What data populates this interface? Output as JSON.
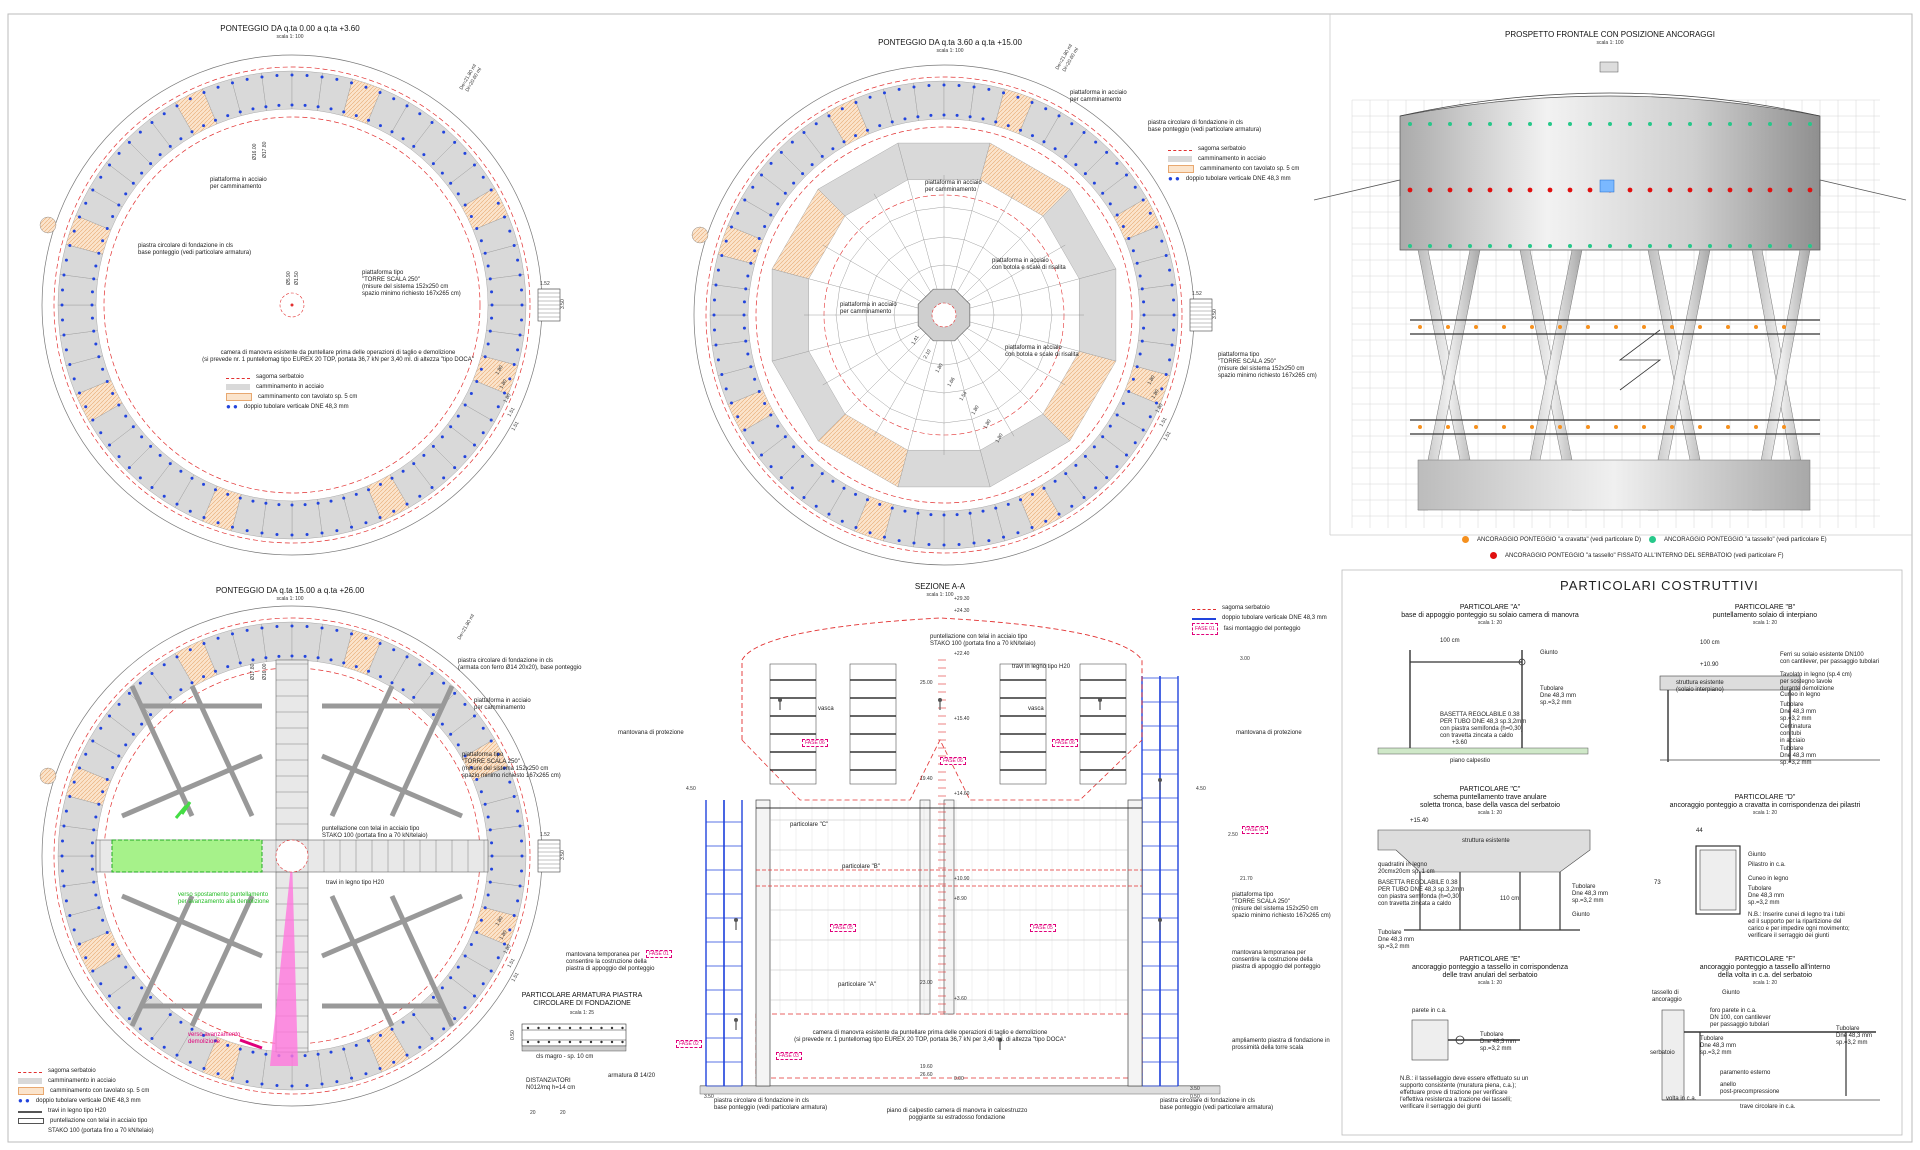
{
  "plans": {
    "plan1": {
      "title": "PONTEGGIO DA q.ta 0.00 a q.ta +3.60",
      "scale": "scala 1: 100",
      "labels": {
        "platform": "piattaforma in acciaio\nper camminamento",
        "plinth": "piastra circolare di fondazione in cls\nbase ponteggio (vedi particolare armatura)",
        "tower": "piattaforma tipo\n\"TORRE SCALA 250\"\n(misure del sistema 152x250 cm\nspazio minimo richiesto 167x265 cm)",
        "chamber": "camera di manovra esistente da puntellare prima delle operazioni di taglio e demolizione\n(si prevede nr. 1 puntellomag tipo EUREX 20 TOP, portata 36,7 kN per 3,40 ml. di altezza \"tipo DOCA\""
      },
      "legend": [
        "sagoma serbatoio",
        "camminamento in acciaio",
        "camminamento con tavolato sp. 5 cm",
        "doppio tubolare verticale DNE 48,3 mm"
      ]
    },
    "plan2": {
      "title": "PONTEGGIO DA q.ta 3.60 a q.ta +15.00",
      "scale": "scala 1: 100",
      "labels": {
        "platform": "piattaforma in acciaio\nper camminamento",
        "plinth": "piastra circolare di fondazione in cls\nbase ponteggio (vedi particolare armatura)",
        "platform2": "piattaforma in acciaio\nper camminamento",
        "stairs": "piattaforma in acciaio\ncon botola e scale di risalita",
        "platform3": "piattaforma in acciaio\nper camminamento",
        "stairs2": "piattaforma in acciaio\ncon botola e scale di risalita",
        "tower": "piattaforma tipo\n\"TORRE SCALA 250\"\n(misure del sistema 152x250 cm\nspazio minimo richiesto 167x265 cm)"
      },
      "legend": [
        "sagoma serbatoio",
        "camminamento in acciaio",
        "camminamento con tavolato sp. 5 cm",
        "doppio tubolare verticale DNE 48,3 mm"
      ]
    },
    "plan3": {
      "title": "PONTEGGIO DA q.ta 15.00 a q.ta +26.00",
      "scale": "scala 1: 100",
      "labels": {
        "plinth": "piastra circolare di fondazione in cls\n(armata con ferro Ø14 20x20), base ponteggio",
        "platform": "piattaforma in acciaio\nper camminamento",
        "tower": "piattaforma tipo\n\"TORRE SCALA 250\"\n(misure del sistema 152x250 cm\nspazio minimo richiesto 167x265 cm)",
        "shoring": "puntellazione con telai in acciaio tipo\nSTAKO 100 (portata fino a 70 kN/telaio)",
        "beam": "travi in legno tipo H20",
        "green": "verso spostamento puntellamento\nper avanzamento alla demolizione",
        "pink": "verso avanzamento\ndemolizione"
      },
      "legend": [
        "sagoma serbatoio",
        "camminamento in acciaio",
        "camminamento con tavolato sp. 5 cm",
        "doppio tubolare verticale DNE 48,3 mm",
        "travi in legno tipo H20",
        "puntellazione con telai in acciaio tipo",
        "STAKO 100 (portata fino a 70 kN/telaio)"
      ]
    }
  },
  "armatura": {
    "title": "PARTICOLARE ARMATURA PIASTRA\nCIRCOLARE DI FONDAZIONE",
    "scale": "scala 1: 25",
    "labels": [
      "cls magro - sp. 10 cm",
      "armatura Ø 14/20",
      "DISTANZIATORI\nN012/mq h=14 cm"
    ]
  },
  "section": {
    "title": "SEZIONE A-A",
    "scale": "scala 1: 100",
    "legend": [
      "sagoma serbatoio",
      "doppio tubolare verticale DNE 48,3 mm",
      "fasi montaggio del ponteggio"
    ],
    "phase_tags": [
      "FASE 01",
      "FASE 02",
      "FASE 03",
      "FASE 04",
      "FASE 05",
      "FASE 05",
      "FASE 06",
      "FASE 06",
      "FASE 06"
    ],
    "labels": {
      "shoring": "puntellazione con telai in acciaio tipo\nSTAKO 100 (portata fino a 70 kN/telaio)",
      "beam": "travi in legno tipo H20",
      "vasca": "vasca",
      "parapetto_left": "mantovana di protezione",
      "parapetto_right": "mantovana di protezione",
      "partC": "particolare \"C\"",
      "partB": "particolare \"B\"",
      "partA": "particolare \"A\"",
      "temp_left": "mantovana temporanea per\nconsentire la costruzione della\npiastra di appoggio del ponteggio",
      "temp_right": "mantovana temporanea per\nconsentire la costruzione della\npiastra di appoggio del ponteggio",
      "tower": "piattaforma tipo\n\"TORRE SCALA 250\"\n(misure del sistema 152x250 cm\nspazio minimo richiesto 167x265 cm)",
      "enlarge": "ampliamento piastra di fondazione in\nprossimità della torre scala",
      "chamber": "camera di manovra esistente da puntellare prima delle operazioni di taglio e demolizione\n(si prevede nr. 1 puntellomag tipo EUREX 20 TOP, portata 36,7 kN per 3,40 ml. di altezza \"tipo DOCA\"",
      "plinth_left": "piastra circolare di fondazione in cls\nbase ponteggio (vedi particolare armatura)",
      "plinth_right": "piastra circolare di fondazione in cls\nbase ponteggio (vedi particolare armatura)",
      "floor": "piano di calpestio camera di manovra in calcestruzzo\npoggiante su estradosso fondazione"
    },
    "levels": [
      "+29.30",
      "+24.30",
      "+22.40",
      "+15.40",
      "+14.60",
      "+10.90",
      "+8.90",
      "+3.60",
      "0.00"
    ],
    "dims": [
      "25.00",
      "19.40",
      "23.00",
      "19.60",
      "26.60",
      "3.50",
      "0.50",
      "3.50",
      "4.50",
      "4.50",
      "2.50",
      "21.70",
      "3.00"
    ]
  },
  "elevation": {
    "title": "PROSPETTO FRONTALE CON POSIZIONE ANCORAGGI",
    "scale": "scala 1: 100",
    "legend": [
      {
        "text": "ANCORAGGIO PONTEGGIO \"a cravatta\" (vedi particolare D)",
        "color": "#f5901e"
      },
      {
        "text": "ANCORAGGIO PONTEGGIO \"a tassello\" (vedi particolare E)",
        "color": "#27c88a"
      },
      {
        "text": "ANCORAGGIO PONTEGGIO \"a tassello\" FISSATO ALL'INTERNO DEL SERBATOIO (vedi particolare F)",
        "color": "#e01010"
      }
    ]
  },
  "details": {
    "heading": "PARTICOLARI COSTRUTTIVI",
    "A": {
      "title": "PARTICOLARE \"A\"\nbase di appoggio ponteggio su solaio camera di manovra",
      "scale": "scala 1: 20",
      "labels": [
        "Giunto",
        "Tubolare\nDne 48,3 mm\nsp.=3,2 mm",
        "BASETTA REGOLABILE 0.38\nPER TUBO DNE 48,3 sp.3,2mm\ncon piastra semifonda (h=0,30)\ncon travetta zincata a caldo",
        "piano calpestio",
        "100 cm",
        "+3.60"
      ]
    },
    "B": {
      "title": "PARTICOLARE \"B\"\npuntellamento solaio di interpiano",
      "scale": "scala 1: 20",
      "labels": [
        "Ferri su solaio esistente DN100\ncon cantilever, per passaggio tubolari",
        "Tavolato in legno (sp.4 cm)\nper sostegno tavole\ndurante demolizione",
        "Cuneo in legno",
        "Tubolare\nDne 48,3 mm\nsp.=3,2 mm",
        "Centinatura\ncon tubi\nin acciaio",
        "Tubolare\nDne 48,3 mm\nsp.=3,2 mm",
        "struttura esistente\n(solaio interpiano)",
        "100 cm",
        "+10.90"
      ]
    },
    "C": {
      "title": "PARTICOLARE \"C\"\nschema puntellamento trave anulare\nsoletta tronca, base della vasca del serbatoio",
      "scale": "scala 1: 20",
      "labels": [
        "+15.40",
        "struttura esistente",
        "quadratini in legno\n20cmx20cm sp. 1 cm",
        "BASETTA REGOLABILE 0.38\nPER TUBO DNE 48,3 sp.3,2mm\ncon piastra semifonda (h=0,30)\ncon travetta zincata a caldo",
        "110 cm",
        "Tubolare\nDne 48,3 mm\nsp.=3,2 mm",
        "Giunto",
        "Tubolare\nDne 48,3 mm\nsp.=3,2 mm"
      ]
    },
    "D": {
      "title": "PARTICOLARE \"D\"\nancoraggio ponteggio a cravatta in corrispondenza dei pilastri",
      "scale": "scala 1: 20",
      "labels": [
        "Giunto",
        "Pilastro in c.a.",
        "Cuneo in legno",
        "Tubolare\nDne 48,3 mm\nsp.=3,2 mm",
        "N.B.: Inserire cunei di legno tra i tubi\ned il supporto per la ripartizione del\ncarico e per impedire ogni movimento;\nverificare il serraggio dei giunti",
        "44",
        "73"
      ]
    },
    "E": {
      "title": "PARTICOLARE \"E\"\nancoraggio ponteggio a tassello in corrispondenza\ndelle travi anulari del serbatoio",
      "scale": "scala 1: 20",
      "labels": [
        "parete in c.a.",
        "Tubolare\nDne 48,3 mm\nsp.=3,2 mm",
        "N.B.: il tassellaggio deve essere effettuato su un\nsupporto consistente (muratura piena, c.a.);\neffettuare prove di trazione per verificare\nl'effettiva resistenza a trazione dei tasselli;\nverificare il serraggio dei giunti"
      ]
    },
    "F": {
      "title": "PARTICOLARE \"F\"\nancoraggio ponteggio a tassello all'interno\ndella volta in c.a. del serbatoio",
      "scale": "scala 1: 20",
      "labels": [
        "tassello di\nancoraggio",
        "Giunto",
        "foro parete in c.a.\nDN 100, con cantilever\nper passaggio tubolari",
        "Tubolare\nDne 48,3 mm\nsp.=3,2 mm",
        "Tubolare\nDne 48,3 mm\nsp.=3,2 mm",
        "paramento esterno",
        "anello\npost-precompressione",
        "trave circolare in c.a.",
        "serbatoio",
        "volta in c.a."
      ]
    }
  },
  "colors": {
    "gray_bay": "#d9d9d9",
    "hatch": "#f4c9a0",
    "blue_pipe": "#2244dd",
    "red_dash": "#e23030",
    "pink": "#e0007a",
    "green": "#44dd44"
  }
}
